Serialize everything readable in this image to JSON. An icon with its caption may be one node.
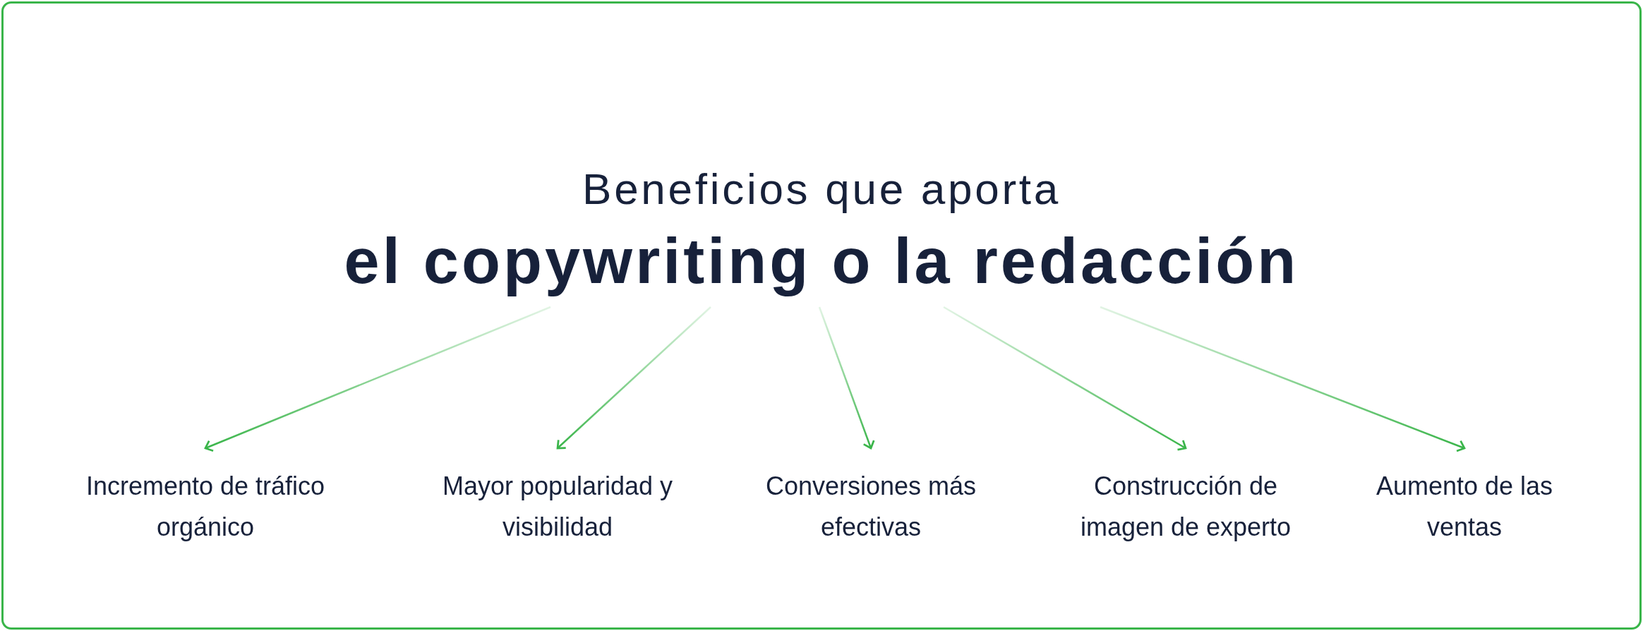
{
  "diagram": {
    "nodes": [
      {
        "text": [
          "Beneficios que aporta",
          "el copywriting o la redacción"
        ]
      },
      {
        "text": [
          "Incremento de tráfico orgánico"
        ]
      },
      {
        "text": [
          "Mayor popularidad y visibilidad"
        ]
      },
      {
        "text": [
          "Conversiones más efectivas"
        ]
      },
      {
        "text": [
          "Construcción de imagen de experto"
        ]
      },
      {
        "text": [
          "Aumento de las ventas"
        ]
      }
    ],
    "edges": [
      {
        "from": 0,
        "to": 1,
        "arrow": "to"
      },
      {
        "from": 0,
        "to": 2,
        "arrow": "to"
      },
      {
        "from": 0,
        "to": 3,
        "arrow": "to"
      },
      {
        "from": 0,
        "to": 4,
        "arrow": "to"
      },
      {
        "from": 0,
        "to": 5,
        "arrow": "to"
      }
    ]
  }
}
